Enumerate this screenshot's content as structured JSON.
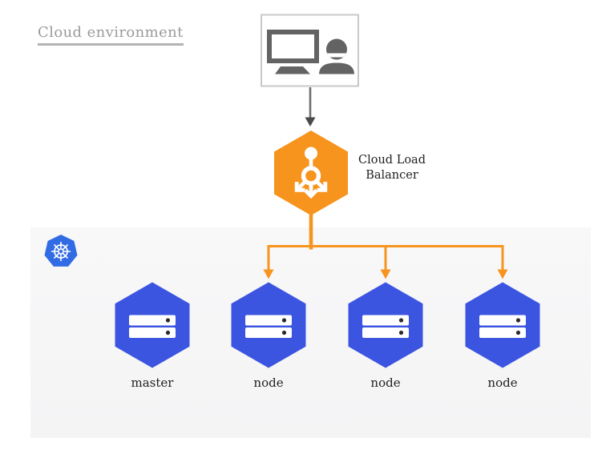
{
  "title": {
    "text": "Cloud environment"
  },
  "client": {
    "icon": "monitor-user-icon"
  },
  "load_balancer": {
    "label": "Cloud Load Balancer",
    "icon": "load-balancer-icon",
    "shape": "hexagon",
    "color": "#F7941E"
  },
  "cluster": {
    "logo_icon": "kubernetes-logo-icon",
    "background": "#F5F5F6",
    "nodes": [
      {
        "label": "master",
        "icon": "server-icon",
        "color": "#3B55E0",
        "has_incoming_arrow": false
      },
      {
        "label": "node",
        "icon": "server-icon",
        "color": "#3B55E0",
        "has_incoming_arrow": true
      },
      {
        "label": "node",
        "icon": "server-icon",
        "color": "#3B55E0",
        "has_incoming_arrow": true
      },
      {
        "label": "node",
        "icon": "server-icon",
        "color": "#3B55E0",
        "has_incoming_arrow": true
      }
    ]
  },
  "colors": {
    "orange": "#F7941E",
    "node_blue": "#3B55E0",
    "kubernetes_blue": "#326CE5",
    "title_gray": "#9A9A9A",
    "label_dark": "#1F1F1F",
    "icon_gray": "#636363",
    "cluster_background": "#F5F5F6",
    "client_box_border": "#C9C9C9"
  }
}
